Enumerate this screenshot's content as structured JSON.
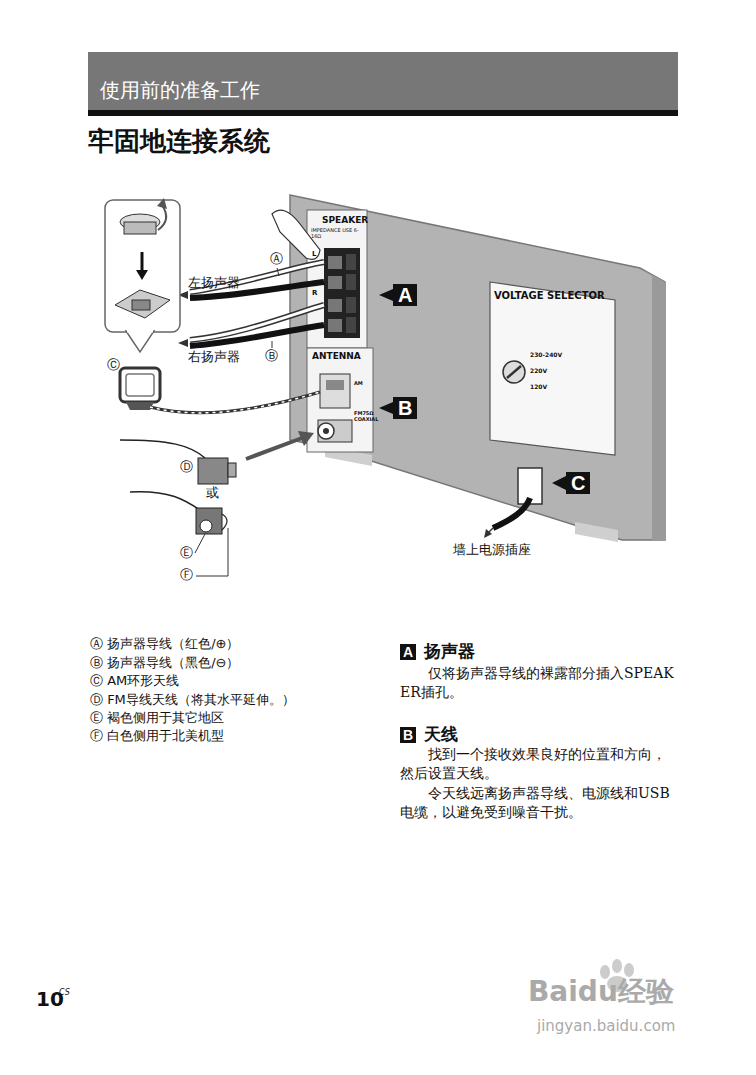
{
  "diagram": {
    "title": "牢固地连接系统",
    "nodes": [
      {
        "text": [
          "使用前的准备工作"
        ]
      },
      {
        "text": [
          "A"
        ]
      },
      {
        "text": [
          "B"
        ]
      },
      {
        "text": [
          "C"
        ]
      },
      {
        "text": [
          "A",
          "扬声器"
        ]
      },
      {
        "text": [
          "B",
          "天线"
        ]
      }
    ],
    "labels": [
      "SPEAKER",
      "IMPEDANCE USE 6-16Ω",
      "L",
      "R",
      "ANTENNA",
      "AM",
      "FM75Ω COAXIAL",
      "VOLTAGE SELECTOR",
      "230-240V",
      "220V",
      "120V",
      "左扬声器",
      "Ⓐ",
      "右扬声器",
      "Ⓑ",
      "Ⓒ",
      "Ⓓ",
      "或",
      "Ⓔ",
      "Ⓕ",
      "墙上电源插座",
      "Ⓐ 扬声器导线（红色/⊕）",
      "Ⓑ 扬声器导线（黑色/⊖）",
      "Ⓒ AM环形天线",
      "Ⓓ FM导线天线（将其水平延伸。）",
      "Ⓔ 褐色侧用于其它地区",
      "Ⓕ 白色侧用于北美机型",
      "仅将扬声器导线的裸露部分插入SPEAKER插孔。",
      "找到一个接收效果良好的位置和方向，然后设置天线。",
      "令天线远离扬声器导线、电源线和USB电缆，以避免受到噪音干扰。",
      "10",
      "CS",
      "Baidu经验",
      "jingyan.baidu.com"
    ]
  }
}
